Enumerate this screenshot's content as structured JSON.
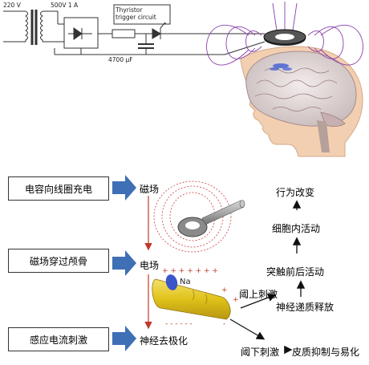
{
  "circuit": {
    "input_voltage": "220 V",
    "transformer_rating": "500V 1 A",
    "thyristor_label_line1": "Thyristor",
    "thyristor_label_line2": "trigger circuit",
    "capacitor_value": "4700 μF"
  },
  "left_boxes": [
    {
      "label": "电容向线圈充电"
    },
    {
      "label": "磁场穿过颅骨"
    },
    {
      "label": "感应电流刺激"
    }
  ],
  "center_labels": {
    "magnetic_field": "磁场",
    "electric_field": "电场",
    "depolarization": "神经去极化",
    "sodium": "Na"
  },
  "right_chain": {
    "behavior_change": "行为改变",
    "intracellular_activity": "细胞内活动",
    "synaptic_activity": "突触前后活动",
    "neurotransmitter_release": "神经递质释放",
    "suprathreshold": "阈上刺激",
    "subthreshold": "阈下刺激",
    "cortical_effect": "皮质抑制与易化"
  },
  "colors": {
    "arrow_blue": "#3f6fb5",
    "arrow_red": "#c0392b",
    "axon_yellow": "#e0c21a",
    "field_lines": "#d04040",
    "magnetic_lines": "#8a3fa8"
  }
}
